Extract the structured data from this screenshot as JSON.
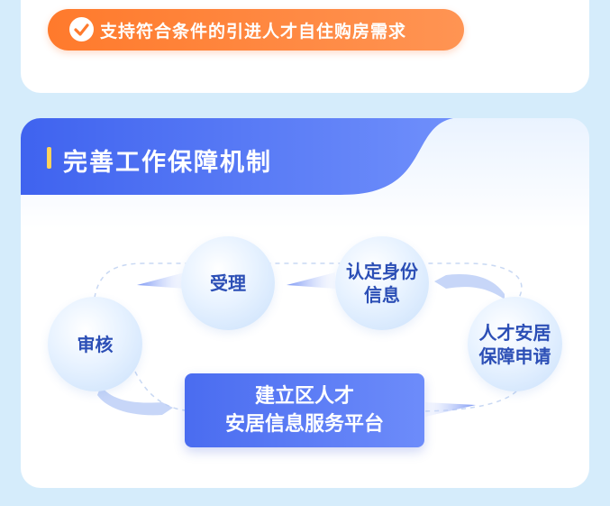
{
  "top_card": {
    "pill_text": "支持符合条件的引进人才自住购房需求"
  },
  "main_card": {
    "title": "完善工作保障机制",
    "steps": [
      {
        "label": "受理"
      },
      {
        "label_line1": "认定身份",
        "label_line2": "信息"
      },
      {
        "label_line1": "人才安居",
        "label_line2": "保障申请"
      },
      {
        "label": "审核"
      }
    ],
    "platform": {
      "line1": "建立区人才",
      "line2": "安居信息服务平台"
    }
  },
  "colors": {
    "page_bg": "#d5ecfb",
    "pill_orange": "#ff7a2c",
    "header_blue": "#4a6cf0",
    "step_text": "#2c4fb6",
    "title_accent": "#ffd25a"
  }
}
